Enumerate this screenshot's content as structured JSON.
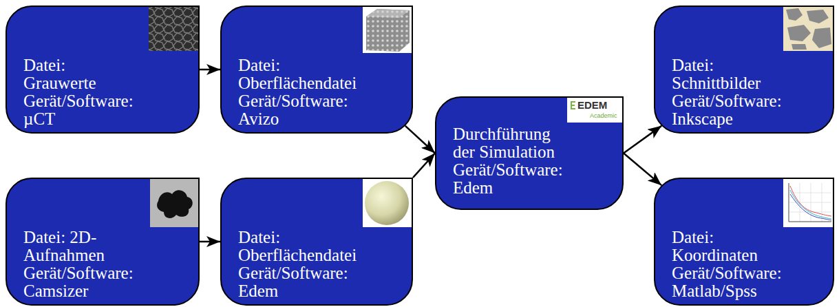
{
  "diagram": {
    "nodes": [
      {
        "text": [
          "Datei: Grauwerte",
          "Gerät/Software: µCT"
        ]
      },
      {
        "text": [
          "Datei: Oberflächendatei",
          "Gerät/Software: Avizo"
        ]
      },
      {
        "text": [
          "Datei: 2D-Aufnahmen",
          "Gerät/Software: Camsizer"
        ]
      },
      {
        "text": [
          "Datei: Oberflächendatei",
          "Gerät/Software: Edem"
        ]
      },
      {
        "text": [
          "Durchführung der Simulation",
          "Gerät/Software: Edem"
        ]
      },
      {
        "text": [
          "Datei: Schnittbilder",
          "Gerät/Software: Inkscape"
        ]
      },
      {
        "text": [
          "Datei: Koordinaten",
          "Gerät/Software: Matlab/Spss"
        ]
      }
    ],
    "edges": [
      {
        "from": 0,
        "to": 1,
        "arrow": "to"
      },
      {
        "from": 2,
        "to": 3,
        "arrow": "to"
      },
      {
        "from": 1,
        "to": 4,
        "arrow": "to"
      },
      {
        "from": 3,
        "to": 4,
        "arrow": "to"
      },
      {
        "from": 4,
        "to": 5,
        "arrow": "to"
      },
      {
        "from": 4,
        "to": 6,
        "arrow": "to"
      }
    ],
    "labels": [
      "EDEM",
      "Academic"
    ]
  }
}
